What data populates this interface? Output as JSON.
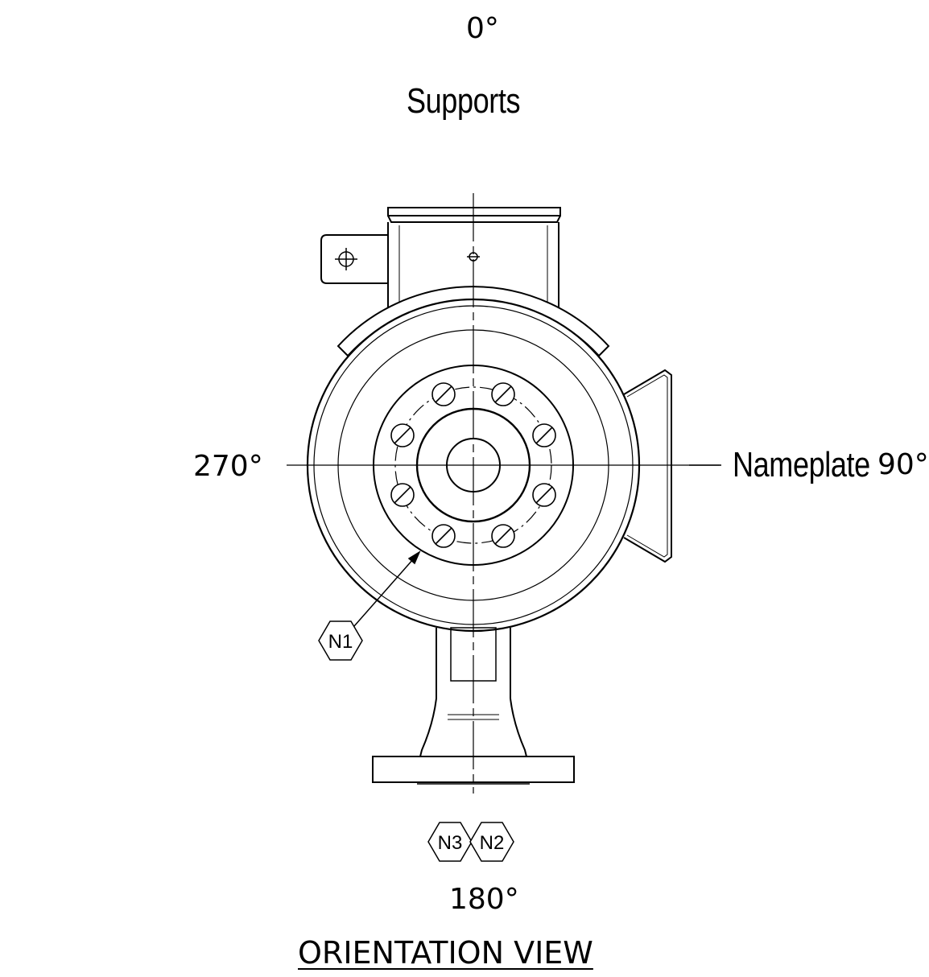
{
  "labels": {
    "top": "0°",
    "supports": "Supports",
    "left": "270°",
    "nameplate": "Nameplate",
    "right": "90°",
    "bottom": "180°"
  },
  "nozzles": {
    "n1": "N1",
    "n2": "N2",
    "n3": "N3"
  },
  "title": "ORIENTATION VIEW"
}
